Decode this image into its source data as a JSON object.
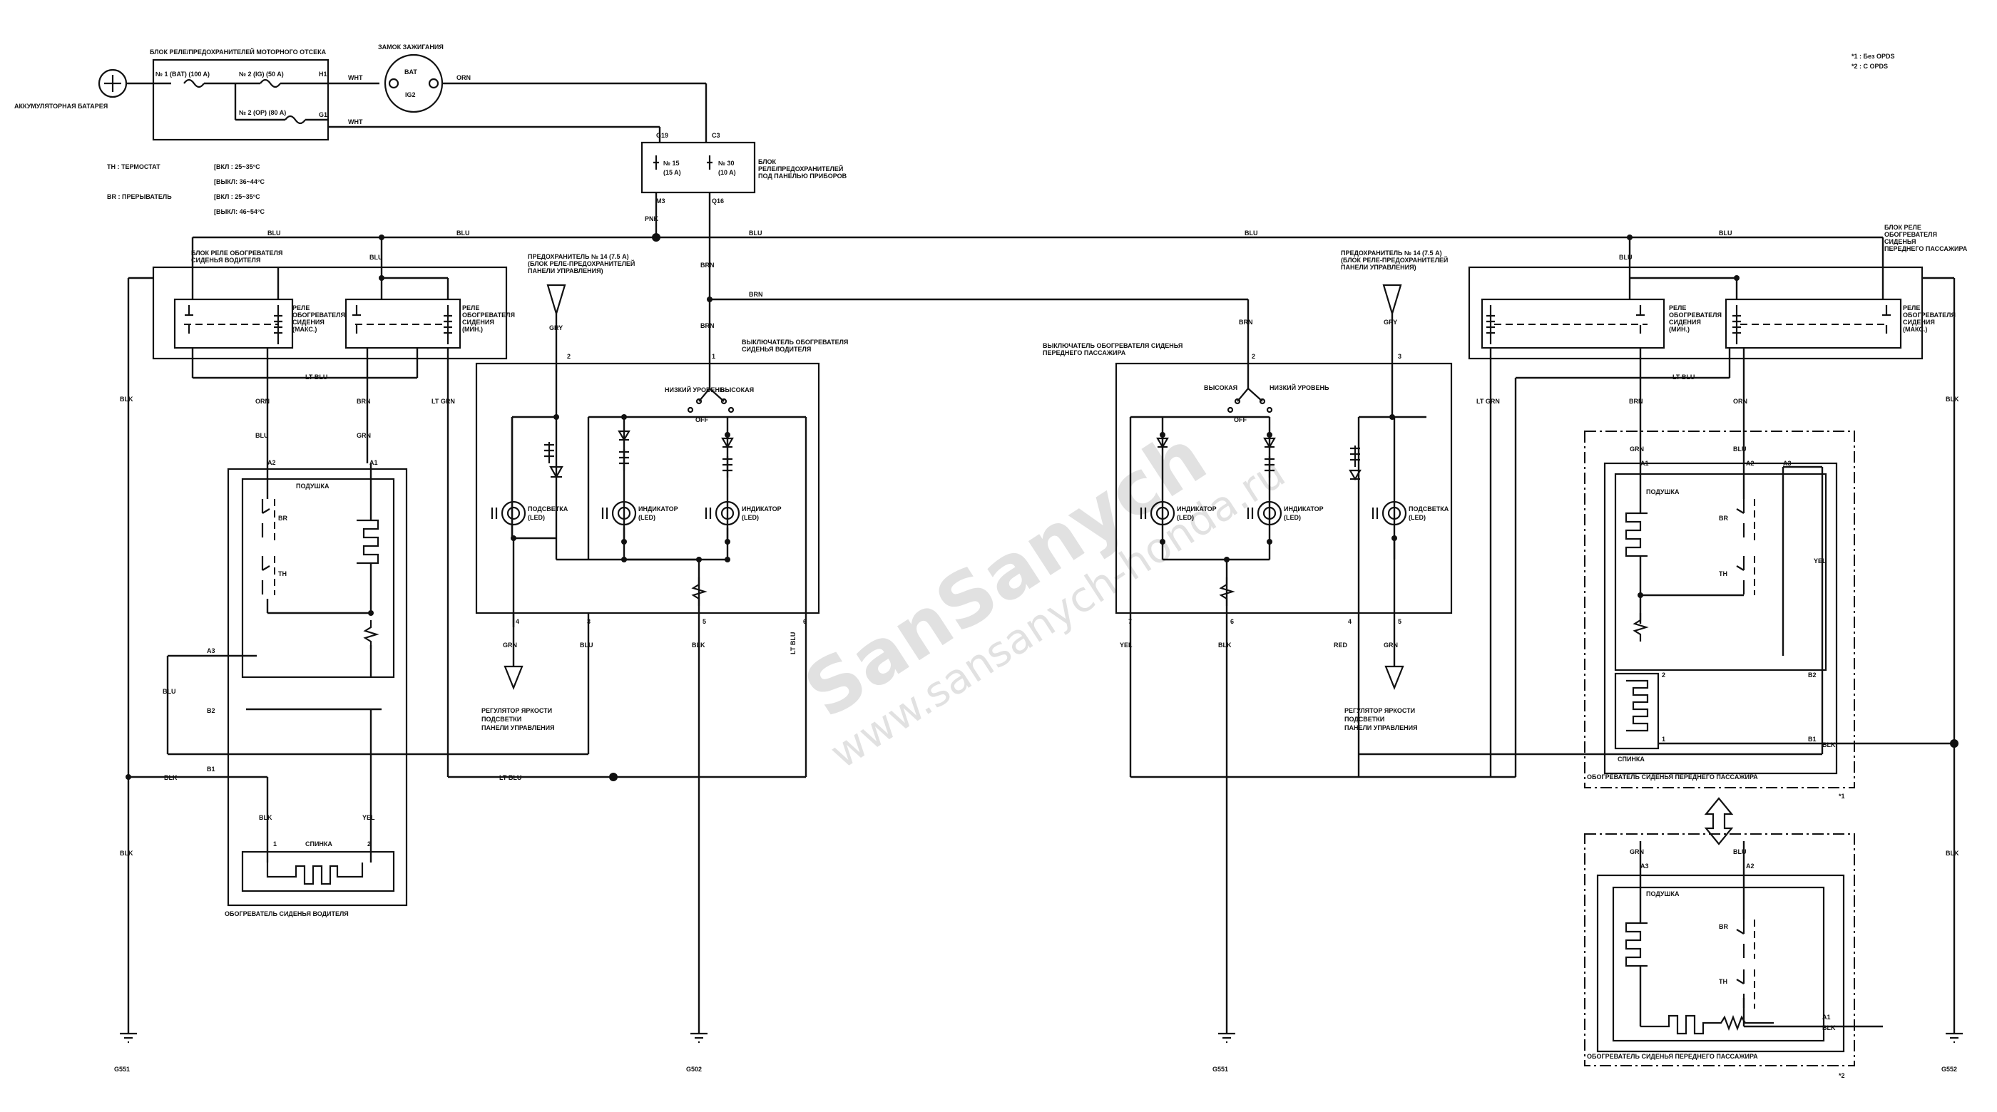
{
  "notes": {
    "n1": "*1 : Без OPDS",
    "n2": "*2 : С OPDS"
  },
  "watermark": {
    "brand": "SanSanych",
    "url": "www.sansanych-honda.ru"
  },
  "battery": {
    "label": "АККУМУЛЯТОРНАЯ БАТАРЕЯ"
  },
  "engine_fusebox": {
    "title": "БЛОК РЕЛЕ/ПРЕДОХРАНИТЕЛЕЙ МОТОРНОГО ОТСЕКА",
    "f1": "№ 1 (BAT) (100 A)",
    "f2": "№ 2 (IG) (50 A)",
    "f3": "№ 2 (OP) (80 A)",
    "pin_h1": "H1",
    "pin_g1": "G1"
  },
  "ignition": {
    "title": "ЗАМОК ЗАЖИГАНИЯ",
    "bat": "BAT",
    "ig2": "IG2"
  },
  "legend": {
    "th": "TH : ТЕРМОСТАТ",
    "th_on": "[ВКЛ : 25~35°C",
    "th_off": "[ВЫКЛ: 36~44°C",
    "br": "BR : ПРЕРЫВАТЕЛЬ",
    "br_on": "[ВКЛ : 25~35°C",
    "br_off": "[ВЫКЛ: 46~54°C"
  },
  "dash_fusebox": {
    "title1": "БЛОК",
    "title2": "РЕЛЕ/ПРЕДОХРАНИТЕЛЕЙ",
    "title3": "ПОД ПАНЕЛЬЮ ПРИБОРОВ",
    "f15a": "№ 15",
    "f15b": "(15 A)",
    "f30a": "№ 30",
    "f30b": "(10 A)",
    "g19": "G19",
    "c3": "C3",
    "m3": "M3",
    "q16": "Q16"
  },
  "wires": {
    "wht": "WHT",
    "orn": "ORN",
    "blu": "BLU",
    "pnk": "PNK",
    "brn": "BRN",
    "gry": "GRY",
    "blk": "BLK",
    "ltblu": "LT BLU",
    "ltgrn": "LT GRN",
    "grn": "GRN",
    "yel": "YEL",
    "red": "RED"
  },
  "driver": {
    "relay_block1": "БЛОК РЕЛЕ ОБОГРЕВАТЕЛЯ",
    "relay_block2": "СИДЕНЬЯ ВОДИТЕЛЯ",
    "relay_max1": "РЕЛЕ",
    "relay_max2": "ОБОГРЕВАТЕЛЯ",
    "relay_max3": "СИДЕНИЯ",
    "relay_max4": "(МАКС.)",
    "relay_min1": "РЕЛЕ",
    "relay_min2": "ОБОГРЕВАТЕЛЯ",
    "relay_min3": "СИДЕНИЯ",
    "relay_min4": "(МИН.)",
    "fuse1": "ПРЕДОХРАНИТЕЛЬ № 14 (7.5 A)",
    "fuse2": "(БЛОК РЕЛЕ-ПРЕДОХРАНИТЕЛЕЙ",
    "fuse3": "ПАНЕЛИ УПРАВЛЕНИЯ)",
    "switch1": "ВЫКЛЮЧАТЕЛЬ ОБОГРЕВАТЕЛЯ",
    "switch2": "СИДЕНЬЯ ВОДИТЕЛЯ",
    "low": "НИЗКИЙ УРОВЕНЬ",
    "high": "ВЫСОКАЯ",
    "off": "OFF",
    "backlight": "ПОДСВЕТКА",
    "led": "(LED)",
    "indicator": "ИНДИКАТОР",
    "dimmer1": "РЕГУЛЯТОР ЯРКОСТИ",
    "dimmer2": "ПОДСВЕТКИ",
    "dimmer3": "ПАНЕЛИ УПРАВЛЕНИЯ",
    "cushion": "ПОДУШКА",
    "back": "СПИНКА",
    "heater": "ОБОГРЕВАТЕЛЬ СИДЕНЬЯ ВОДИТЕЛЯ",
    "br": "BR",
    "th": "TH",
    "a1": "A1",
    "a2": "A2",
    "a3": "A3",
    "b1": "B1",
    "b2": "B2",
    "p1": "1",
    "p2": "2",
    "p3": "3",
    "p4": "4",
    "p5": "5",
    "p6": "6",
    "ground1": "G551",
    "ground2": "G502"
  },
  "passenger": {
    "relay_block1": "БЛОК РЕЛЕ",
    "relay_block2": "ОБОГРЕВАТЕЛЯ",
    "relay_block3": "СИДЕНЬЯ",
    "relay_block4": "ПЕРЕДНЕГО ПАССАЖИРА",
    "relay_min1": "РЕЛЕ",
    "relay_min2": "ОБОГРЕВАТЕЛЯ",
    "relay_min3": "СИДЕНИЯ",
    "relay_min4": "(МИН.)",
    "relay_max1": "РЕЛЕ",
    "relay_max2": "ОБОГРЕВАТЕЛЯ",
    "relay_max3": "СИДЕНИЯ",
    "relay_max4": "(МАКС.)",
    "fuse1": "ПРЕДОХРАНИТЕЛЬ № 14 (7.5 A)",
    "fuse2": "(БЛОК РЕЛЕ-ПРЕДОХРАНИТЕЛЕЙ",
    "fuse3": "ПАНЕЛИ УПРАВЛЕНИЯ)",
    "switch1": "ВЫКЛЮЧАТЕЛЬ ОБОГРЕВАТЕЛЯ СИДЕНЬЯ",
    "switch2": "ПЕРЕДНЕГО ПАССАЖИРА",
    "high": "ВЫСОКАЯ",
    "low": "НИЗКИЙ УРОВЕНЬ",
    "off": "OFF",
    "backlight": "ПОДСВЕТКА",
    "led": "(LED)",
    "indicator": "ИНДИКАТОР",
    "dimmer1": "РЕГУЛЯТОР ЯРКОСТИ",
    "dimmer2": "ПОДСВЕТКИ",
    "dimmer3": "ПАНЕЛИ УПРАВЛЕНИЯ",
    "cushion": "ПОДУШКА",
    "back": "СПИНКА",
    "heater": "ОБОГРЕВАТЕЛЬ СИДЕНЬЯ ПЕРЕДНЕГО ПАССАЖИРА",
    "br": "BR",
    "th": "TH",
    "a1": "A1",
    "a2": "A2",
    "a3": "A3",
    "b1": "B1",
    "b2": "B2",
    "p1": "1",
    "p2": "2",
    "p3": "3",
    "p4": "4",
    "p5": "5",
    "p6": "6",
    "p7": "7",
    "star1": "*1",
    "star2": "*2",
    "ground1": "G551",
    "ground2": "G552"
  }
}
